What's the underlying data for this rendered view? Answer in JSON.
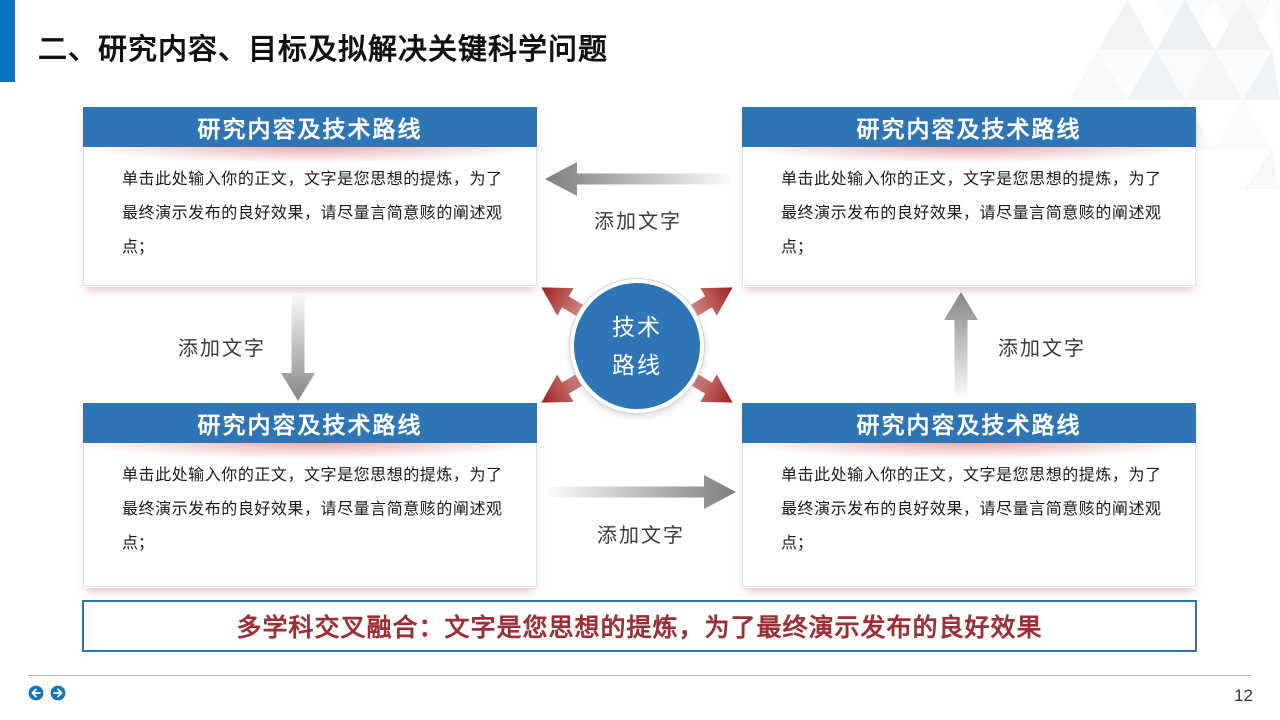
{
  "slide": {
    "title": "二、研究内容、目标及拟解决关键科学问题",
    "page_number": "12"
  },
  "boxes": [
    {
      "position": "top-left",
      "title": "研究内容及技术路线",
      "body": "单击此处输入你的正文，文字是您思想的提炼，为了最终演示发布的良好效果，请尽量言简意赅的阐述观点；"
    },
    {
      "position": "top-right",
      "title": "研究内容及技术路线",
      "body": "单击此处输入你的正文，文字是您思想的提炼，为了最终演示发布的良好效果，请尽量言简意赅的阐述观点；"
    },
    {
      "position": "bottom-left",
      "title": "研究内容及技术路线",
      "body": "单击此处输入你的正文，文字是您思想的提炼，为了最终演示发布的良好效果，请尽量言简意赅的阐述观点；"
    },
    {
      "position": "bottom-right",
      "title": "研究内容及技术路线",
      "body": "单击此处输入你的正文，文字是您思想的提炼，为了最终演示发布的良好效果，请尽量言简意赅的阐述观点；"
    }
  ],
  "center_node": {
    "line1": "技术",
    "line2": "路线"
  },
  "arrow_labels": {
    "top": "添加文字",
    "left": "添加文字",
    "right": "添加文字",
    "bottom": "添加文字"
  },
  "banner": {
    "text": "多学科交叉融合：文字是您思想的提炼，为了最终演示发布的良好效果"
  },
  "colors": {
    "accent_blue": "#2e75b5",
    "title_bar_blue": "#0e72bc",
    "arrow_red": "#9e2020",
    "banner_text_red": "#9b2f35",
    "connector_gray": "#7d7d7d"
  }
}
